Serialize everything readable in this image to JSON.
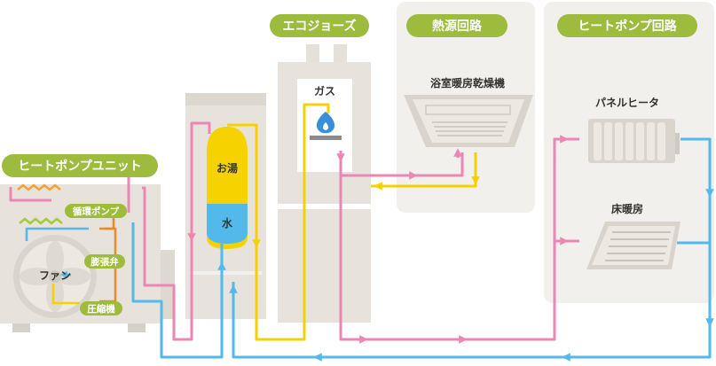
{
  "labels": {
    "heatpump_unit": "ヒートポンプユニット",
    "eco_jozu": "エコジョーズ",
    "heat_source_circuit": "熱源回路",
    "heatpump_circuit": "ヒートポンプ回路",
    "circulation_pump": "循環ポンプ",
    "expansion_valve": "膨張弁",
    "fan": "ファン",
    "compressor": "圧縮機",
    "hot_water": "お湯",
    "water": "水",
    "gas": "ガス",
    "bathroom_dryer": "浴室暖房乾燥機",
    "panel_heater": "パネルヒータ",
    "floor_heating": "床暖房"
  },
  "colors": {
    "badge_green": "#9dbb3c",
    "pink_pipe": "#ee86b4",
    "yellow_pipe": "#f7d000",
    "blue_pipe": "#52b9ea",
    "orange_pipe": "#e98a2b",
    "equipment_beige": "#e8e4dc",
    "panel_gray": "#f1f0ec"
  },
  "icons": [
    "flame-icon",
    "fan-icon",
    "arrow-icon"
  ]
}
